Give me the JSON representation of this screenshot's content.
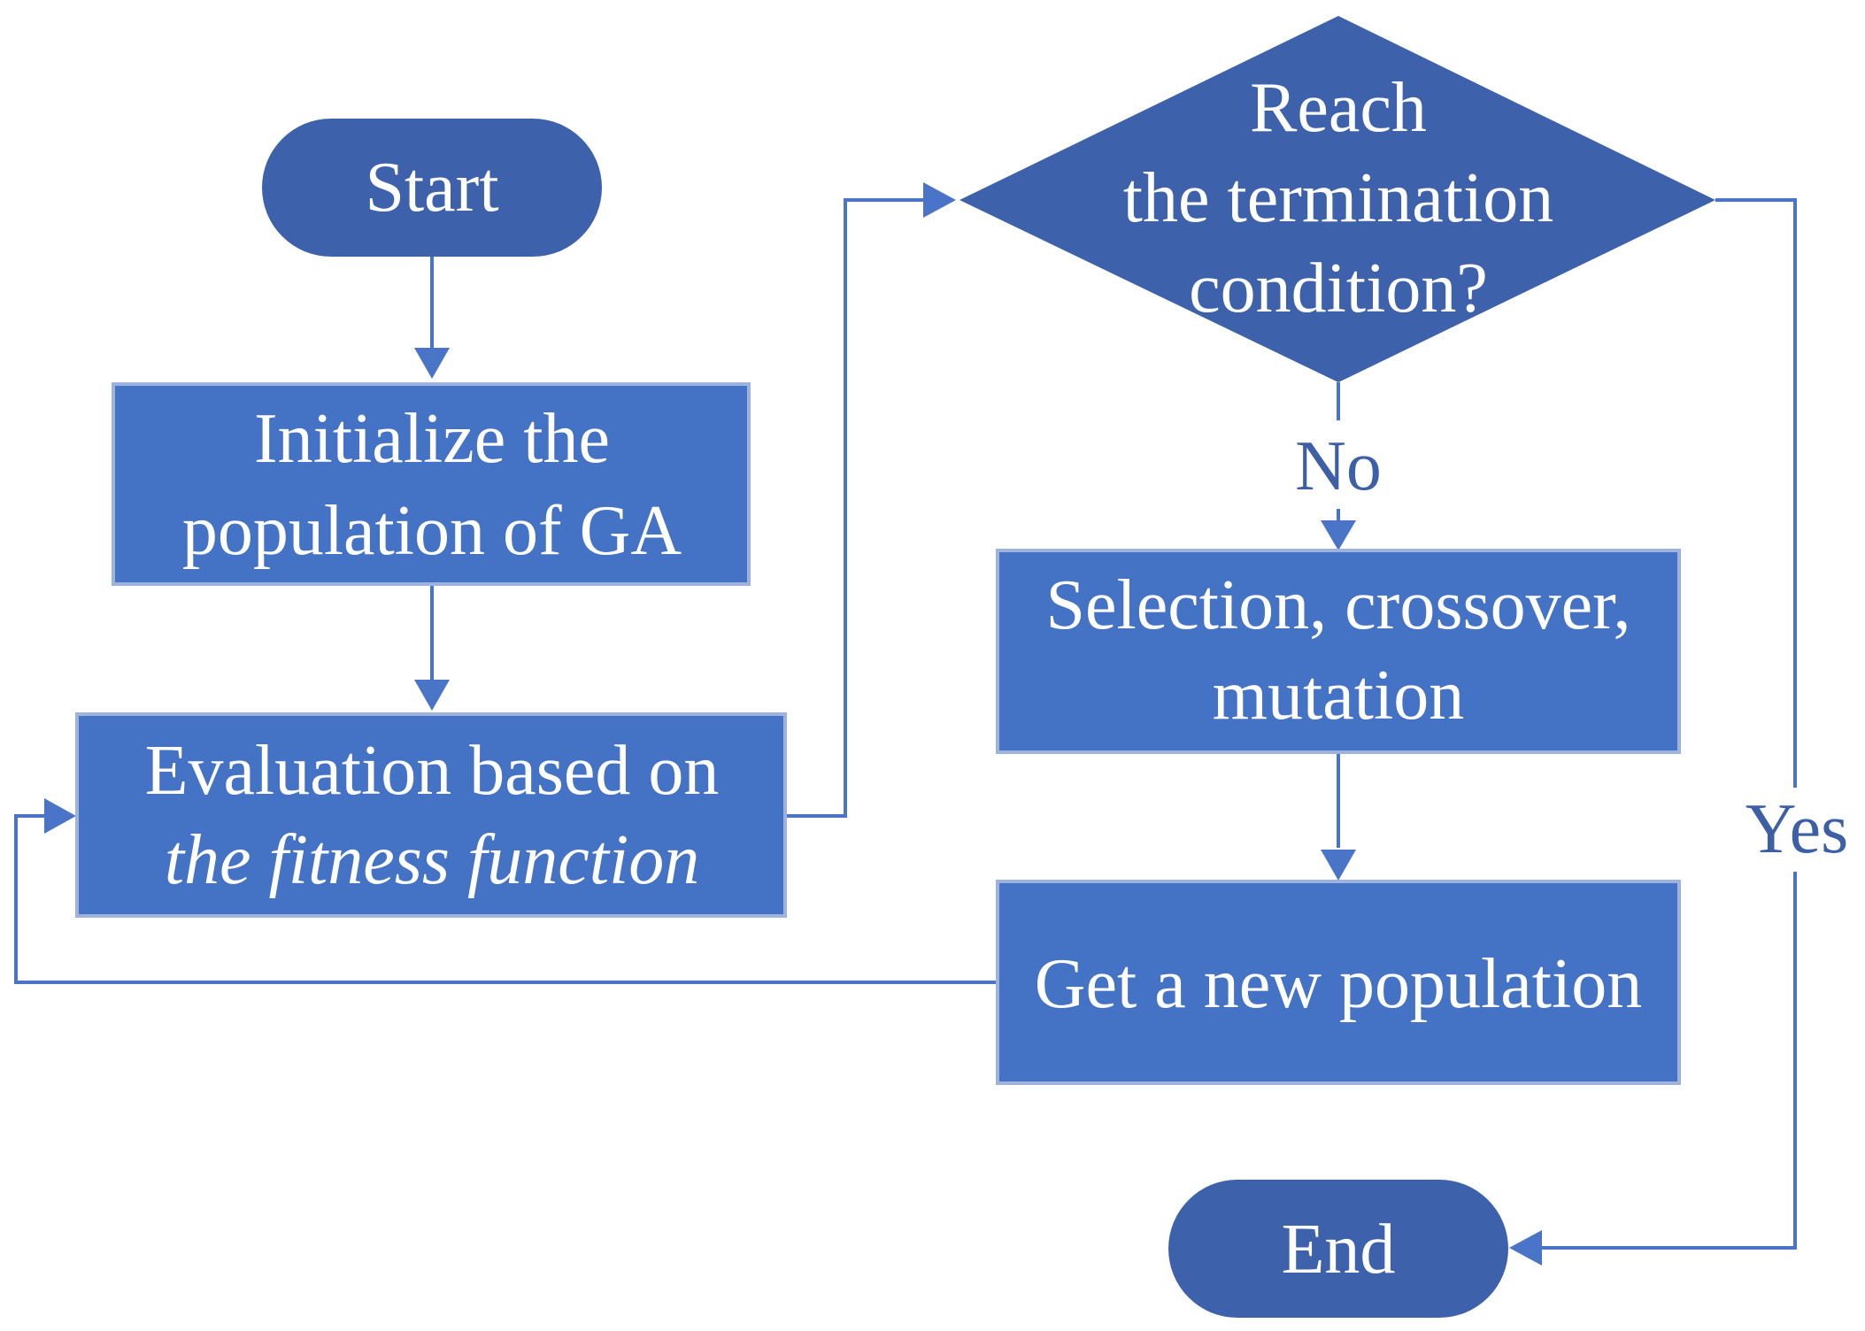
{
  "colors": {
    "terminal_fill": "#3d62ab",
    "process_fill": "#4472c4",
    "process_border": "#9db3de",
    "decision_fill": "#3d62ab",
    "connector": "#4a74c8",
    "label_text": "#3d5fa6",
    "node_text": "#ffffff"
  },
  "nodes": {
    "start": {
      "label": "Start"
    },
    "initialize": {
      "line1": "Initialize the",
      "line2": "population of GA"
    },
    "evaluation": {
      "line1": "Evaluation based on",
      "line2": "the fitness function"
    },
    "decision": {
      "line1": "Reach",
      "line2": "the termination",
      "line3": "condition?"
    },
    "selection": {
      "line1": "Selection, crossover,",
      "line2": "mutation"
    },
    "new_population": {
      "label": "Get a new population"
    },
    "end": {
      "label": "End"
    }
  },
  "edges": {
    "no_label": "No",
    "yes_label": "Yes"
  }
}
